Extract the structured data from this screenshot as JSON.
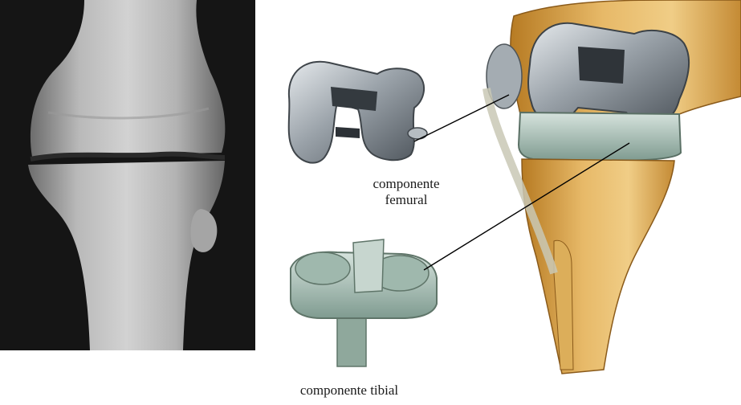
{
  "labels": {
    "femoral_line1": "componente",
    "femoral_line2": "femural",
    "tibial": "componente tibial"
  },
  "colors": {
    "background": "#ffffff",
    "xray_dark": "#151515",
    "xray_bone": "#b8b8b8",
    "implant_metal": "#8c949b",
    "tibial_tray": "#a9c0b6",
    "bone": "#d9a54a",
    "ligament": "#c9c8b5",
    "leader_line": "#000000"
  }
}
